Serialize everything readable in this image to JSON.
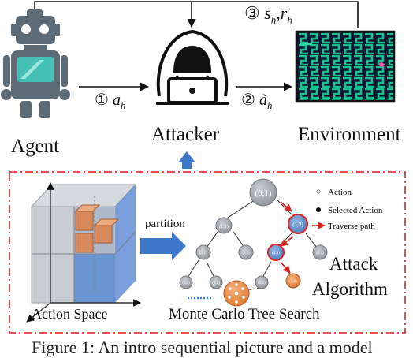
{
  "top": {
    "agent_label": "Agent",
    "attacker_label": "Attacker",
    "environment_label": "Environment",
    "step1": {
      "num": "①",
      "var": "a",
      "sub": "h"
    },
    "step2": {
      "num": "②",
      "var": "ã",
      "sub": "h"
    },
    "step3": {
      "num": "③",
      "s": "s",
      "s_sub": "h",
      "comma": ",",
      "r": "r",
      "r_sub": "h"
    }
  },
  "bottom": {
    "action_space_label": "Action Space",
    "partition_label": "partition",
    "mcts_label": "Monte Carlo Tree Search",
    "attack_line1": "Attack",
    "attack_line2": "Algorithm",
    "legend": {
      "action": "Action",
      "selected": "Selected Action",
      "traverse": "Traverse path"
    },
    "tree_nodes": {
      "root": "(0,1)",
      "n11": "(1,1)",
      "n12": "(1,2)",
      "n21": "(2,1)",
      "n22": "(2,2)",
      "n23": "(2,3)",
      "n24": "(2,4)",
      "n31": "(3,1)",
      "n32": "(3,2)",
      "n35": "(3,5)",
      "n36": "(3,6)"
    }
  },
  "caption": "Figure 1: An intro sequential picture and a model"
}
